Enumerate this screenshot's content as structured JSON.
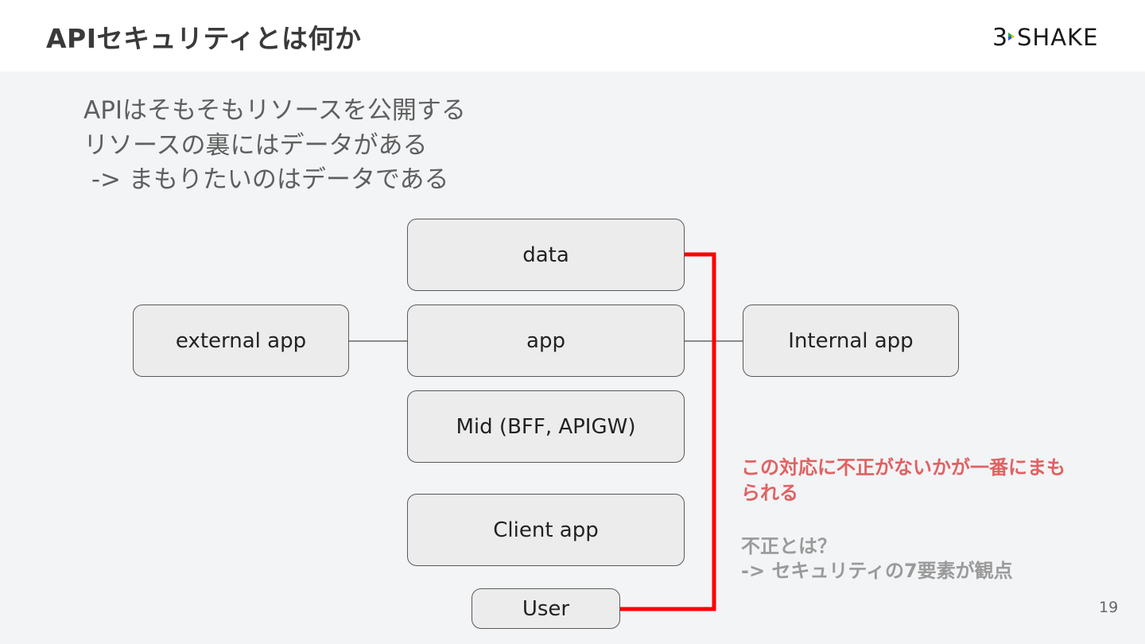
{
  "slide": {
    "title": "APIセキュリティとは何か",
    "page_number": "19"
  },
  "logo": {
    "text": "3SHAKE",
    "three": "3",
    "shake": "SHAKE",
    "accent_colors": [
      "#2aa84a",
      "#1e5fd8",
      "#f2c200"
    ]
  },
  "lead": {
    "line1": "APIはそもそもリソースを公開する",
    "line2": "リソースの裏にはデータがある",
    "line3": " -> まもりたいのはデータである"
  },
  "diagram": {
    "data_label": "data",
    "app_label": "app",
    "external_label": "external app",
    "internal_label": "Internal app",
    "mid_label": "Mid (BFF, APIGW)",
    "client_label": "Client app",
    "user_label": "User",
    "highlight_color": "#ff0000"
  },
  "notes": {
    "highlight": "この対応に不正がないかが一番にまもられる",
    "question": "不正とは？",
    "answer": "-> セキュリティの7要素が観点"
  }
}
